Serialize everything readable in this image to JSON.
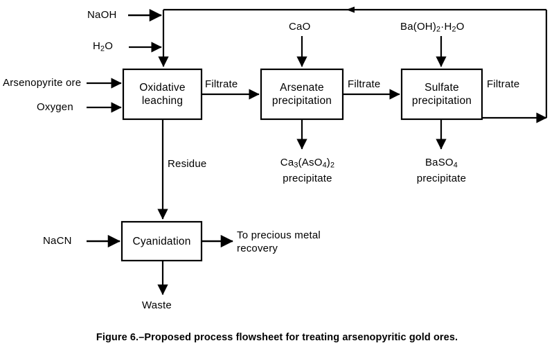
{
  "figure": {
    "caption": "Figure 6.–Proposed process flowsheet for treating arsenopyritic gold ores.",
    "line_color": "#000000",
    "background_color": "#ffffff"
  },
  "units": [
    {
      "id": "oxidative-leaching",
      "line1": "Oxidative",
      "line2": "leaching"
    },
    {
      "id": "arsenate-precipitation",
      "line1": "Arsenate",
      "line2": "precipitation"
    },
    {
      "id": "sulfate-precipitation",
      "line1": "Sulfate",
      "line2": "precipitation"
    },
    {
      "id": "cyanidation",
      "line1": "Cyanidation",
      "line2": ""
    }
  ],
  "inputs": {
    "naoh": "NaOH",
    "water": "H2O",
    "water_parts": {
      "pre": "H",
      "sub": "2",
      "post": "O"
    },
    "ore": "Arsenopyrite ore",
    "oxygen": "Oxygen",
    "cao": "CaO",
    "barium_hydroxide": "Ba(OH)2·H2O",
    "nacn": "NaCN"
  },
  "streams": {
    "filtrate_1": "Filtrate",
    "filtrate_2": "Filtrate",
    "filtrate_3": "Filtrate",
    "residue": "Residue"
  },
  "outputs": {
    "calcium_arsenate_formula": "Ca3(AsO4)2",
    "calcium_arsenate_label": "precipitate",
    "barium_sulfate_formula": "BaSO4",
    "barium_sulfate_label": "precipitate",
    "precious_metal": "To precious metal recovery",
    "precious_metal_line1": "To precious metal",
    "precious_metal_line2": "recovery",
    "waste": "Waste"
  }
}
